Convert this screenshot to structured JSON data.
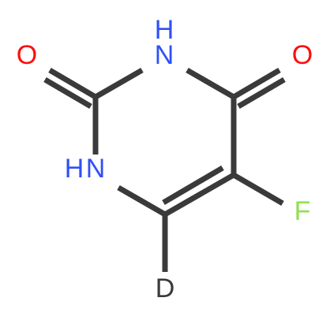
{
  "molecule": {
    "atoms": {
      "o_left": {
        "label": "O",
        "color": "#ff0d0d"
      },
      "o_right": {
        "label": "O",
        "color": "#ff0d0d"
      },
      "nh_top": {
        "label": "H N",
        "color": "#3050f8"
      },
      "nh_left": {
        "label": "H N",
        "color": "#3050f8"
      },
      "f": {
        "label": "F",
        "color": "#90e050"
      },
      "d": {
        "label": "D",
        "color": "#3a3a3a"
      }
    },
    "bond_color": "#3a3a3a"
  }
}
